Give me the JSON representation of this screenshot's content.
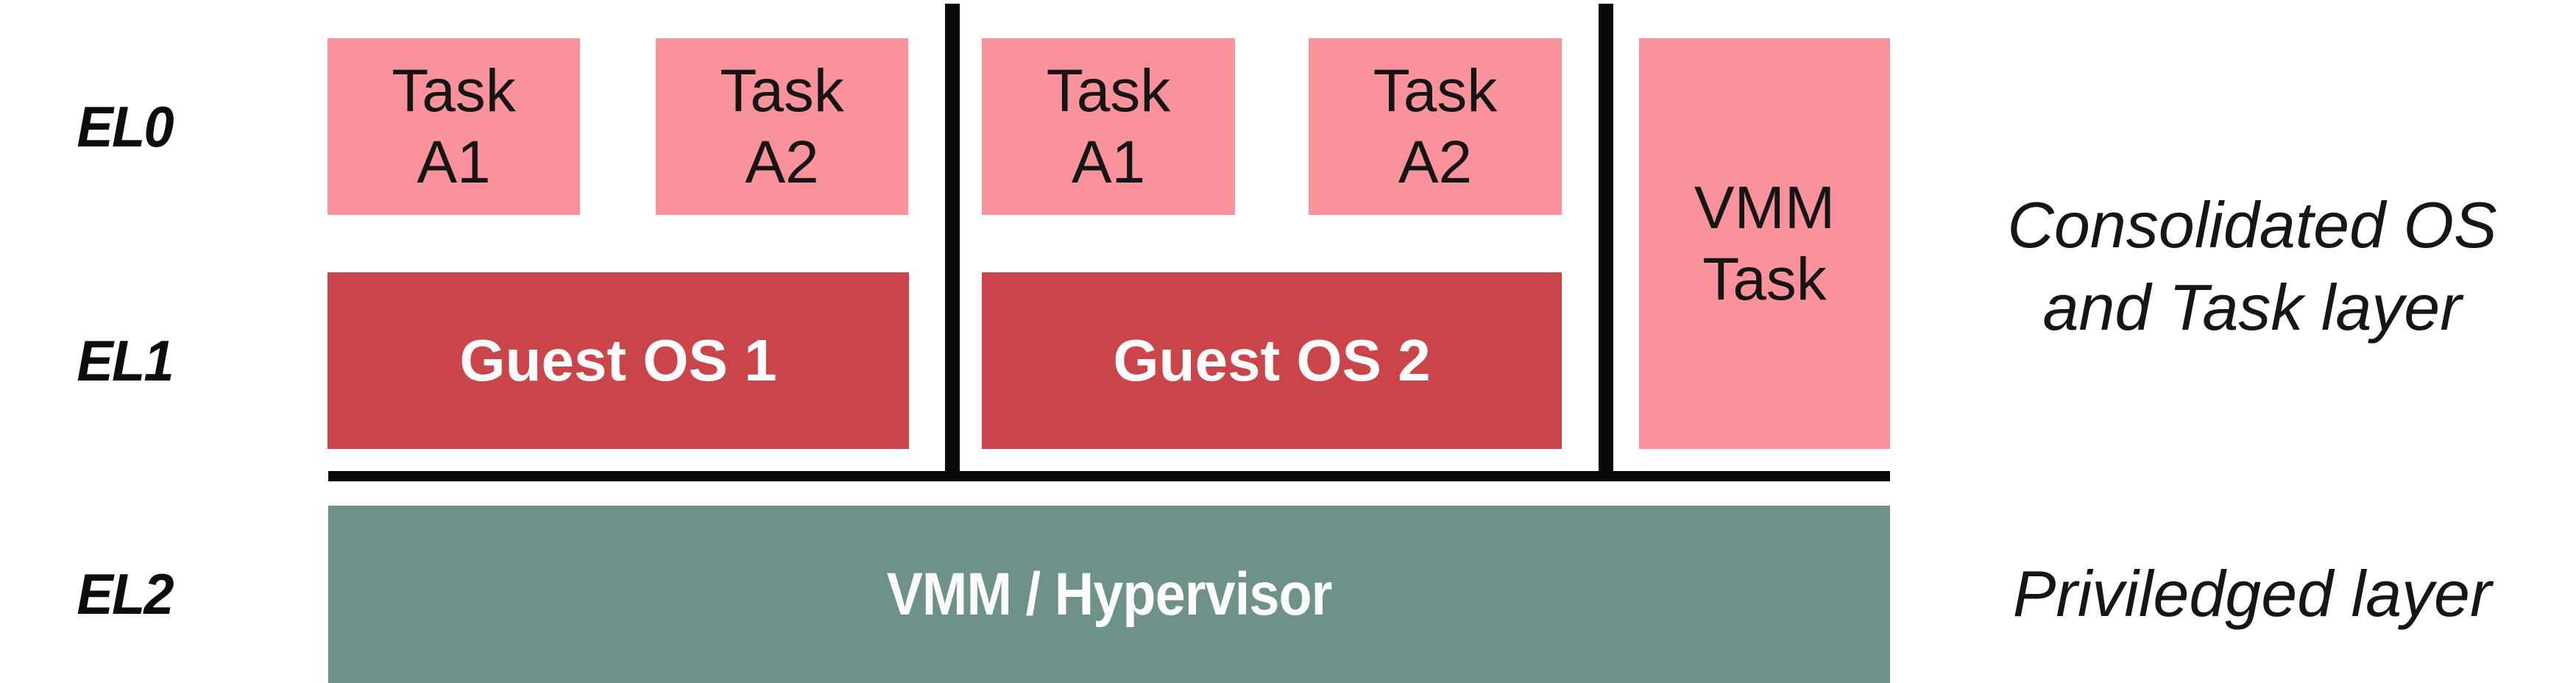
{
  "colors": {
    "task_pink": "#F9929A",
    "guest_os_red": "#CA4549",
    "hypervisor_teal": "#6E918A",
    "divider_black": "#0a0a0a",
    "dark_text": "#151515",
    "light_text": "#FCFCFC"
  },
  "exception_levels": [
    {
      "label": "EL0"
    },
    {
      "label": "EL1"
    },
    {
      "label": "EL2"
    }
  ],
  "vm1": {
    "tasks": [
      {
        "line1": "Task",
        "line2": "A1"
      },
      {
        "line1": "Task",
        "line2": "A2"
      }
    ],
    "os_label": "Guest OS 1"
  },
  "vm2": {
    "tasks": [
      {
        "line1": "Task",
        "line2": "A1"
      },
      {
        "line1": "Task",
        "line2": "A2"
      }
    ],
    "os_label": "Guest OS 2"
  },
  "vmm_task": {
    "line1": "VMM",
    "line2": "Task"
  },
  "hypervisor": {
    "label": "VMM / Hypervisor"
  },
  "annotations": {
    "consolidated_line1": "Consolidated OS",
    "consolidated_line2": "and Task layer",
    "privileged": "Priviledged layer"
  }
}
